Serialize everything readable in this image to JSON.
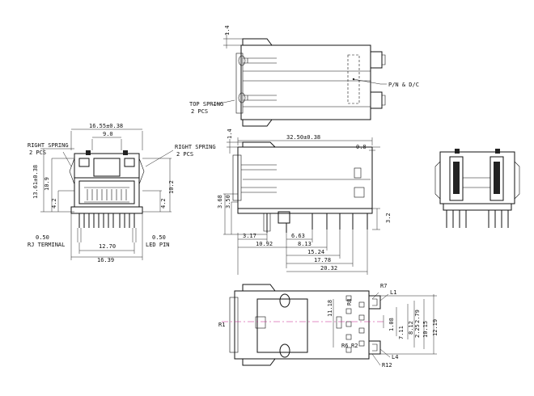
{
  "top_view": {
    "dim_top_thickness": "1.4",
    "label_pn_date": "P/N & D/C",
    "label_top_spring": "TOP SPRING",
    "label_top_spring_qty": "2 PCS"
  },
  "front_view": {
    "dim_overall_width": "16.55±0.38",
    "dim_top_pin": "9.0",
    "label_right_spring_left": "RIGHT SPRING",
    "label_right_spring_left_qty": "2 PCS",
    "label_right_spring_right": "RIGHT SPRING",
    "label_right_spring_right_qty": "2 PCS",
    "dim_height_overall": "13.61±0.38",
    "dim_height_left": "10.9",
    "dim_left_small": "4.2",
    "dim_right_height": "10.2",
    "dim_right_small": "4.2",
    "dim_rj_pin": "0.50",
    "label_rj_terminal": "RJ TERMINAL",
    "dim_led_pin": "0.50",
    "label_led_pin": "LED PIN",
    "dim_pin_span": "12.70",
    "dim_bottom_width": "16.39"
  },
  "side_view": {
    "dim_thickness": "1.4",
    "dim_length": "32.50±0.38",
    "dim_front_offset": "0.8",
    "dim_height_a": "3.68",
    "dim_height_b": "3.50",
    "dim_pin_length": "3.2",
    "dim_a": "3.17",
    "dim_b": "6.63",
    "dim_c": "10.92",
    "dim_d": "8.13",
    "dim_e": "15.24",
    "dim_f": "17.78",
    "dim_g": "20.32"
  },
  "bottom_view": {
    "label_r7": "R7",
    "label_l1": "L1",
    "label_r1": "R1",
    "label_r8": "R8",
    "label_r6": "R6",
    "label_r2": "R2",
    "label_l4": "L4",
    "label_r12": "R12",
    "dim_11_18": "11.18",
    "dim_1_08": "1.08",
    "dim_7_11": "7.11",
    "dim_8_12": "8.12",
    "dim_2_25": "2.25",
    "dim_2_79": "2.79",
    "dim_10_15": "10.15",
    "dim_12_19": "12.19"
  }
}
